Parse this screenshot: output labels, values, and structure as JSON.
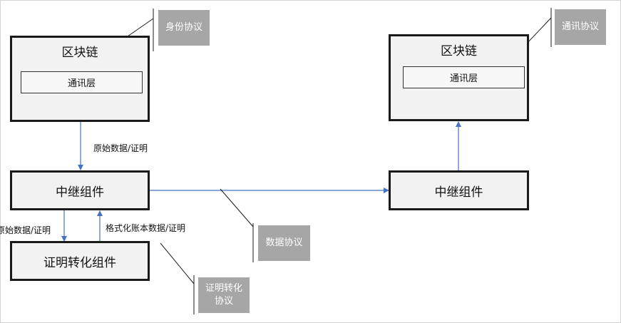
{
  "nodes": {
    "blockchain_left": {
      "title": "区块链",
      "inner_label": "通讯层"
    },
    "blockchain_right": {
      "title": "区块链",
      "inner_label": "通讯层"
    },
    "relay_left": {
      "label": "中继组件"
    },
    "relay_right": {
      "label": "中继组件"
    },
    "proof_transform": {
      "label": "证明转化组件"
    }
  },
  "edge_labels": {
    "blockchain_to_relay": "原始数据/证明",
    "relay_to_proof": "原始数据/证明",
    "proof_to_relay": "格式化账本数据/证明"
  },
  "callouts": {
    "identity": "身份协议",
    "communication": "通讯协议",
    "data": "数据协议",
    "proof_transform_line1": "证明转化",
    "proof_transform_line2": "协议"
  },
  "colors": {
    "arrow": "#4472c4",
    "callout_bg": "#a6a6a6",
    "box_bg": "#f2f2f2",
    "box_border": "#1a1a1a"
  }
}
